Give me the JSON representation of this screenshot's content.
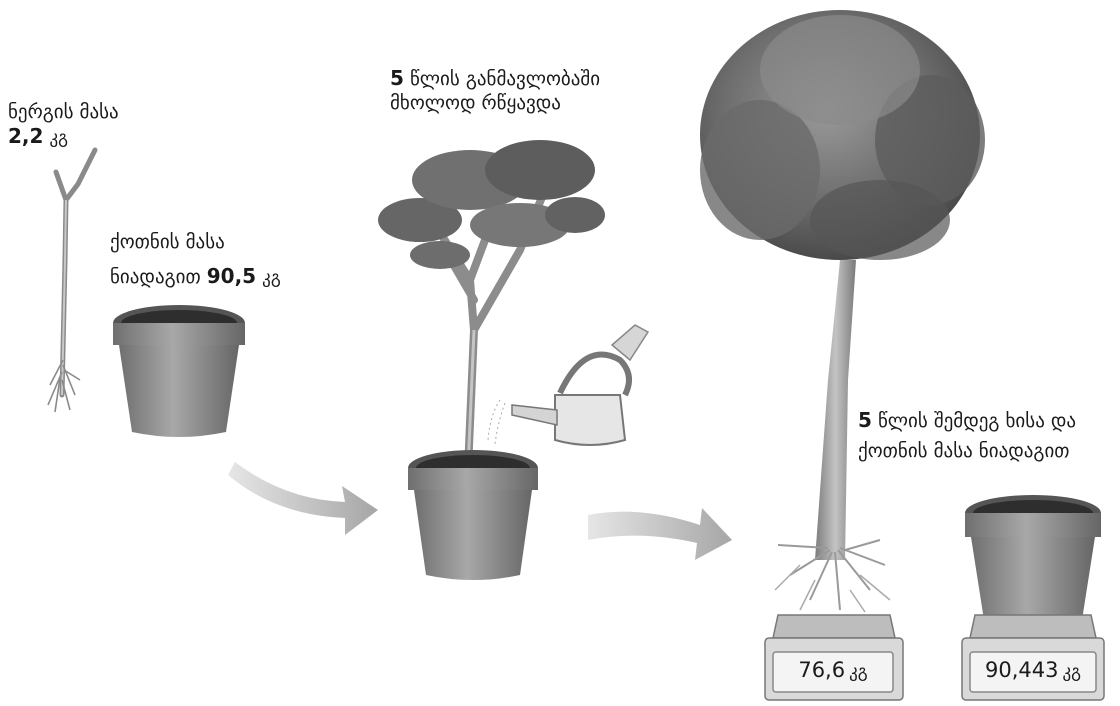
{
  "seedling": {
    "mass_label": "ნერგის მასა",
    "mass_value": "2,2",
    "unit": "კგ"
  },
  "pot_initial": {
    "line1": "ქოთნის მასა",
    "line2": "ნიადაგით",
    "mass_value": "90,5",
    "unit": "კგ"
  },
  "watering": {
    "line1_num": "5",
    "line1_text": "წლის განმავლობაში",
    "line2": "მხოლოდ რწყავდა"
  },
  "after": {
    "line1_num": "5",
    "line1_text": "წლის შემდეგ ხისა და",
    "line2": "ქოთნის მასა ნიადაგით"
  },
  "scale_tree": {
    "value": "76,6",
    "unit": "კგ"
  },
  "scale_pot": {
    "value": "90,443",
    "unit": "კგ"
  },
  "colors": {
    "arrow": "#bdbdbd",
    "pot_body": "#8f8f8f",
    "soil": "#2e2e2e",
    "foliage": "#6a6a6a",
    "trunk": "#9a9a9a"
  }
}
